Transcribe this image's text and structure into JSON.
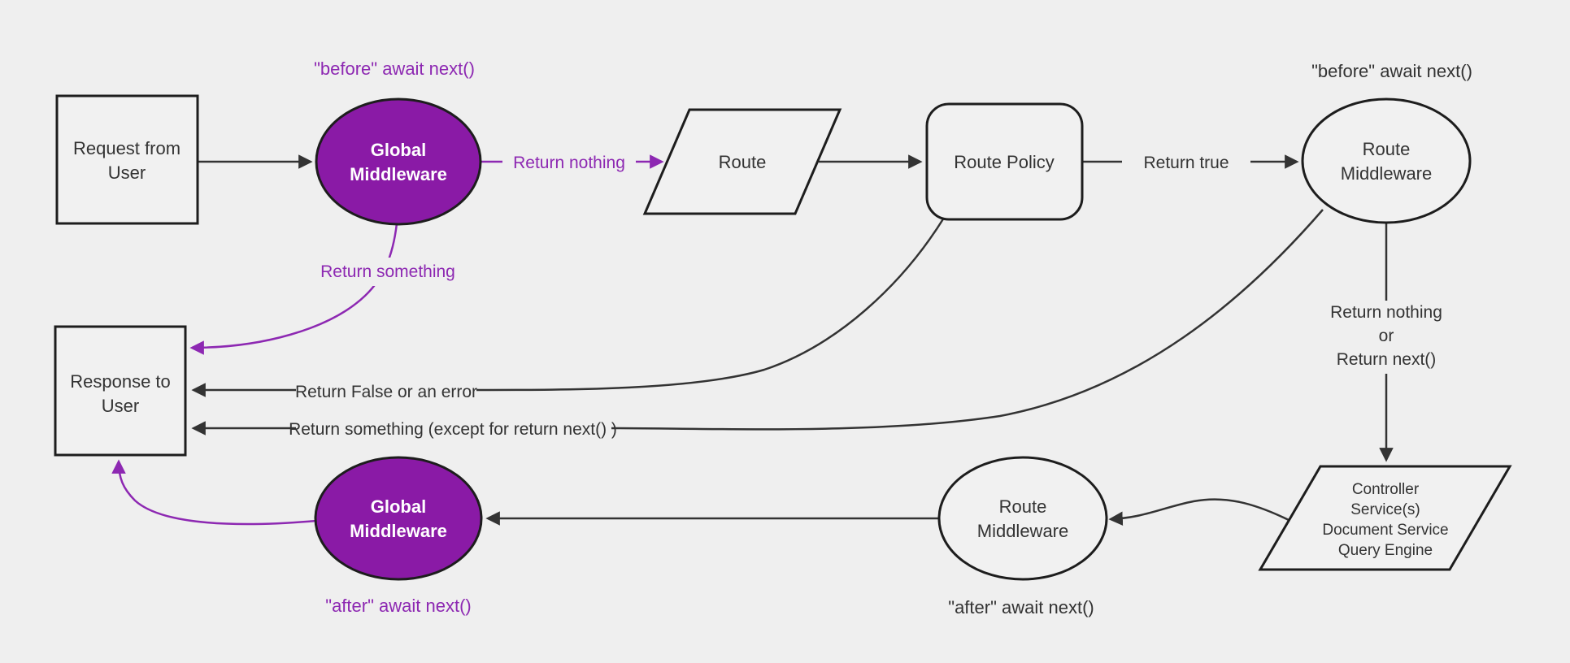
{
  "diagram": {
    "description": "Middleware request/response flowchart",
    "colors": {
      "background": "#efefef",
      "node_fill": "#f1f1f1",
      "node_stroke": "#1d1d1d",
      "purple_fill": "#8a1aa6",
      "purple_line": "#8d28b2",
      "line": "#333333",
      "text": "#333333",
      "node_text_on_purple": "#ffffff"
    },
    "nodes": {
      "request": {
        "line1": "Request from",
        "line2": "User"
      },
      "global_middleware_top": {
        "line1": "Global",
        "line2": "Middleware"
      },
      "route": {
        "label": "Route"
      },
      "route_policy": {
        "label": "Route Policy"
      },
      "route_middleware_top": {
        "line1": "Route",
        "line2": "Middleware"
      },
      "controller": {
        "line1": "Controller",
        "line2": "Service(s)",
        "line3": "Document Service",
        "line4": "Query Engine"
      },
      "route_middleware_bottom": {
        "line1": "Route",
        "line2": "Middleware"
      },
      "global_middleware_bottom": {
        "line1": "Global",
        "line2": "Middleware"
      },
      "response": {
        "line1": "Response to",
        "line2": "User"
      }
    },
    "labels": {
      "before_await_top_left": "\"before\" await next()",
      "before_await_top_right": "\"before\" await next()",
      "after_await_bottom_left": "\"after\" await next()",
      "after_await_bottom_middle": "\"after\" await next()",
      "return_nothing": "Return nothing",
      "return_true": "Return true",
      "return_something": "Return something",
      "return_false_or_error": "Return False or an error",
      "return_something_except": "Return something (except for return next() )",
      "return_nothing_or": {
        "line1": "Return nothing",
        "line2": "or",
        "line3": "Return next()"
      }
    }
  }
}
